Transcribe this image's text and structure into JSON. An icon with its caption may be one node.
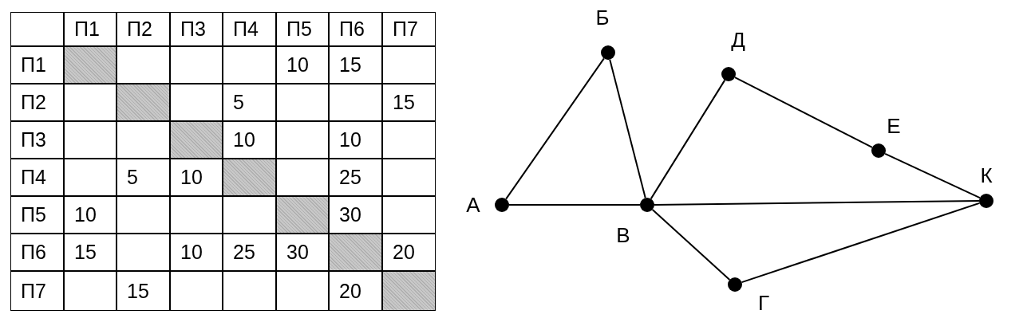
{
  "diagram": {
    "nodes": [
      {
        "text": [],
        "shape": "circle",
        "beside": [
          "А"
        ]
      },
      {
        "text": [],
        "shape": "circle",
        "beside": [
          "Б"
        ]
      },
      {
        "text": [],
        "shape": "circle",
        "beside": [
          "В"
        ]
      },
      {
        "text": [],
        "shape": "circle",
        "beside": [
          "Д"
        ]
      },
      {
        "text": [],
        "shape": "circle",
        "beside": [
          "Е"
        ]
      },
      {
        "text": [],
        "shape": "circle",
        "beside": [
          "К"
        ]
      },
      {
        "text": [],
        "shape": "circle",
        "beside": [
          "Г"
        ]
      }
    ],
    "edges": [
      {
        "from": 0,
        "to": 1,
        "arrow": "none"
      },
      {
        "from": 1,
        "to": 2,
        "arrow": "none"
      },
      {
        "from": 0,
        "to": 2,
        "arrow": "none"
      },
      {
        "from": 2,
        "to": 3,
        "arrow": "none"
      },
      {
        "from": 3,
        "to": 4,
        "arrow": "none"
      },
      {
        "from": 4,
        "to": 5,
        "arrow": "none"
      },
      {
        "from": 2,
        "to": 5,
        "arrow": "none"
      },
      {
        "from": 2,
        "to": 6,
        "arrow": "none"
      },
      {
        "from": 6,
        "to": 5,
        "arrow": "none"
      }
    ],
    "labels": [
      "П1",
      "П2",
      "П3",
      "П4",
      "П5",
      "П6",
      "П7",
      "П1",
      "10",
      "15",
      "П2",
      "5",
      "15",
      "П3",
      "10",
      "10",
      "П4",
      "5",
      "10",
      "25",
      "П5",
      "10",
      "30",
      "П6",
      "15",
      "10",
      "25",
      "30",
      "20",
      "П7",
      "15",
      "20"
    ]
  }
}
